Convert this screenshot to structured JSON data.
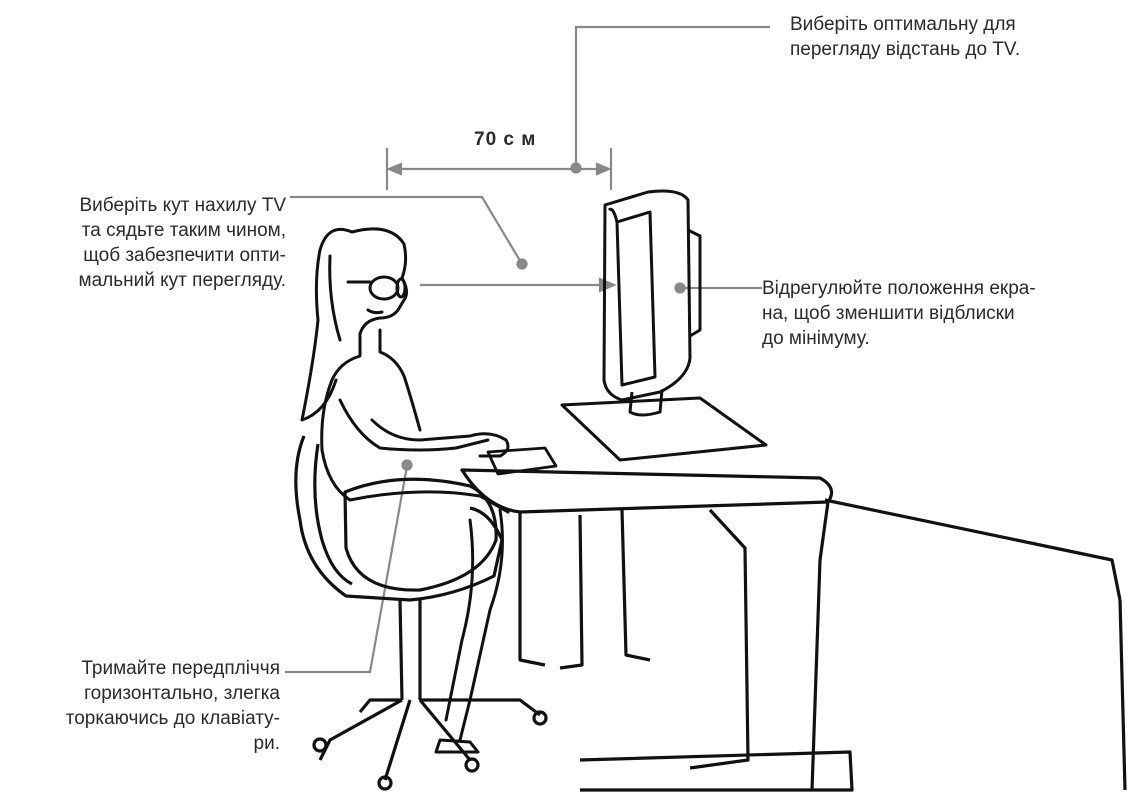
{
  "notes": {
    "distance": "Виберіть оптимальну для\nперегляду відстань до TV.",
    "tilt": "Виберіть кут нахилу TV\nта сядьте таким чином,\nщоб забезпечити опти-\nмальний кут перегляду.",
    "glare": "Відрегулюйте положення екра-\nна, щоб зменшити відблиски\nдо мінімуму.",
    "forearm": "Тримайте передпліччя\nгоризонтально, злегка\nторкаючись до клавіату-\nри."
  },
  "distance_label": "70 с м",
  "colors": {
    "callout_line": "#888888",
    "drawing_line": "#111111"
  }
}
